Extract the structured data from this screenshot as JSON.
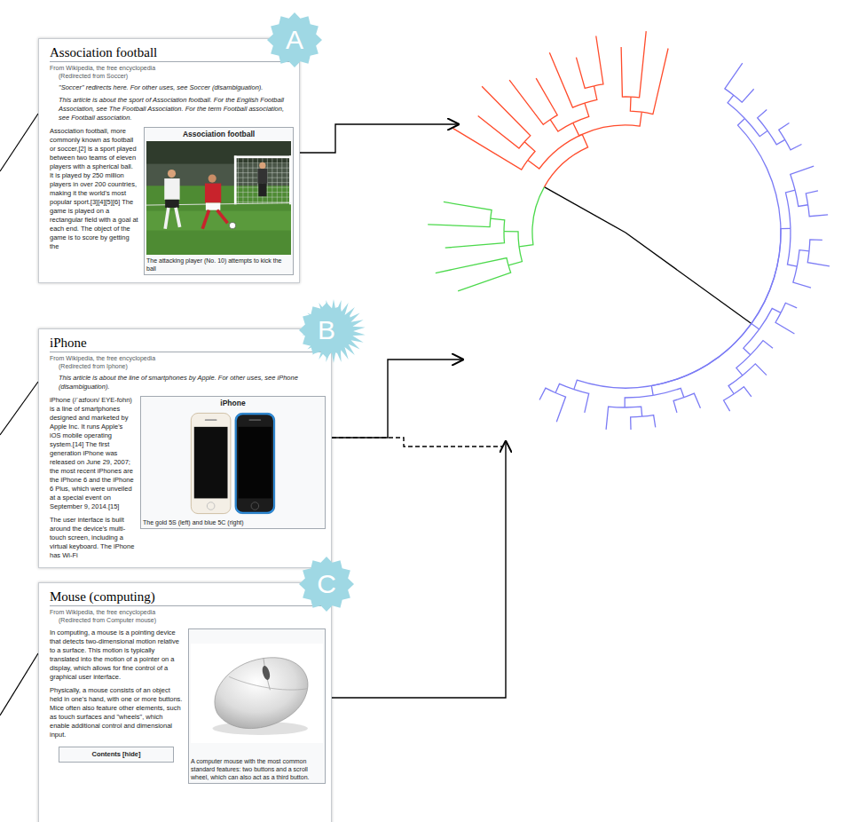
{
  "diagram": {
    "nodes": [
      {
        "text": [
          "Association football",
          "From Wikipedia, the free encyclopedia",
          "(Redirected from Soccer)",
          "\"Soccer\" redirects here. For other uses, see Soccer (disambiguation).",
          "This article is about the sport of Association football. For the English Football Association, see The Football Association. For the term Football association, see Football association.",
          "Association football, more commonly known as football or soccer,[2] is a sport played between two teams of eleven players with a spherical ball. It is played by 250 million players in over 200 countries, making it the world's most popular sport.[3][4][5][6] The game is played on a rectangular field with a goal at each end. The object of the game is to score by getting the"
        ]
      },
      {
        "text": [
          "Association football",
          "The attacking player (No. 10) attempts to kick the ball"
        ],
        "in": 0
      },
      {
        "text": [
          "A"
        ]
      },
      {
        "text": [
          "iPhone",
          "From Wikipedia, the free encyclopedia",
          "(Redirected from Iphone)",
          "This article is about the line of smartphones by Apple. For other uses, see iPhone (disambiguation).",
          "iPhone (/ˈaɪfoʊn/ EYE-fohn) is a line of smartphones designed and marketed by Apple Inc. It runs Apple's iOS mobile operating system.[14] The first generation iPhone was released on June 29, 2007; the most recent iPhones are the iPhone 6 and the iPhone 6 Plus, which were unveiled at a special event on September 9, 2014.[15]",
          "The user interface is built around the device's multi-touch screen, including a virtual keyboard. The iPhone has Wi-Fi"
        ]
      },
      {
        "text": [
          "iPhone",
          "The gold 5S (left) and blue 5C (right)"
        ],
        "in": 3
      },
      {
        "text": [
          "B"
        ]
      },
      {
        "text": [
          "Mouse (computing)",
          "From Wikipedia, the free encyclopedia",
          "(Redirected from Computer mouse)",
          "In computing, a mouse is a pointing device that detects two-dimensional motion relative to a surface. This motion is typically translated into the motion of a pointer on a display, which allows for fine control of a graphical user interface.",
          "Physically, a mouse consists of an object held in one's hand, with one or more buttons. Mice often also feature other elements, such as touch surfaces and \"wheels\", which enable additional control and dimensional input."
        ]
      },
      {
        "text": [
          "A computer mouse with the most common standard features: two buttons and a scroll wheel, which can also act as a third button."
        ],
        "in": 6
      },
      {
        "text": [
          "Contents [hide]"
        ],
        "in": 6
      },
      {
        "text": [
          "C"
        ]
      }
    ]
  }
}
